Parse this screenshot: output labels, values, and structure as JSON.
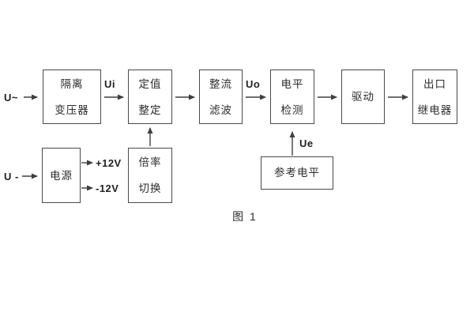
{
  "diagram": {
    "caption": "图 1",
    "colors": {
      "line": "#3f3f3f",
      "border": "#4a4a4a",
      "text": "#2b2b2b",
      "background": "#ffffff"
    },
    "boxes": {
      "isolation_transformer": {
        "line1": "隔离",
        "line2": "变压器"
      },
      "setting_adjust": {
        "line1": "定值",
        "line2": "整定"
      },
      "rectifier_filter": {
        "line1": "整流",
        "line2": "滤波"
      },
      "level_detector": {
        "line1": "电平",
        "line2": "检测"
      },
      "driver": {
        "line1": "驱动"
      },
      "output_relay": {
        "line1": "出口",
        "line2": "继电器"
      },
      "power_supply": {
        "line1": "电源"
      },
      "ratio_switch": {
        "line1": "倍率",
        "line2": "切换"
      },
      "reference_level": {
        "line1": "参考电平"
      }
    },
    "labels": {
      "input_ac": "U~",
      "input_dc": "U -",
      "ui": "Ui",
      "uo": "Uo",
      "ue": "Ue",
      "plus_12v": "+12V",
      "minus_12v": "-12V"
    }
  }
}
